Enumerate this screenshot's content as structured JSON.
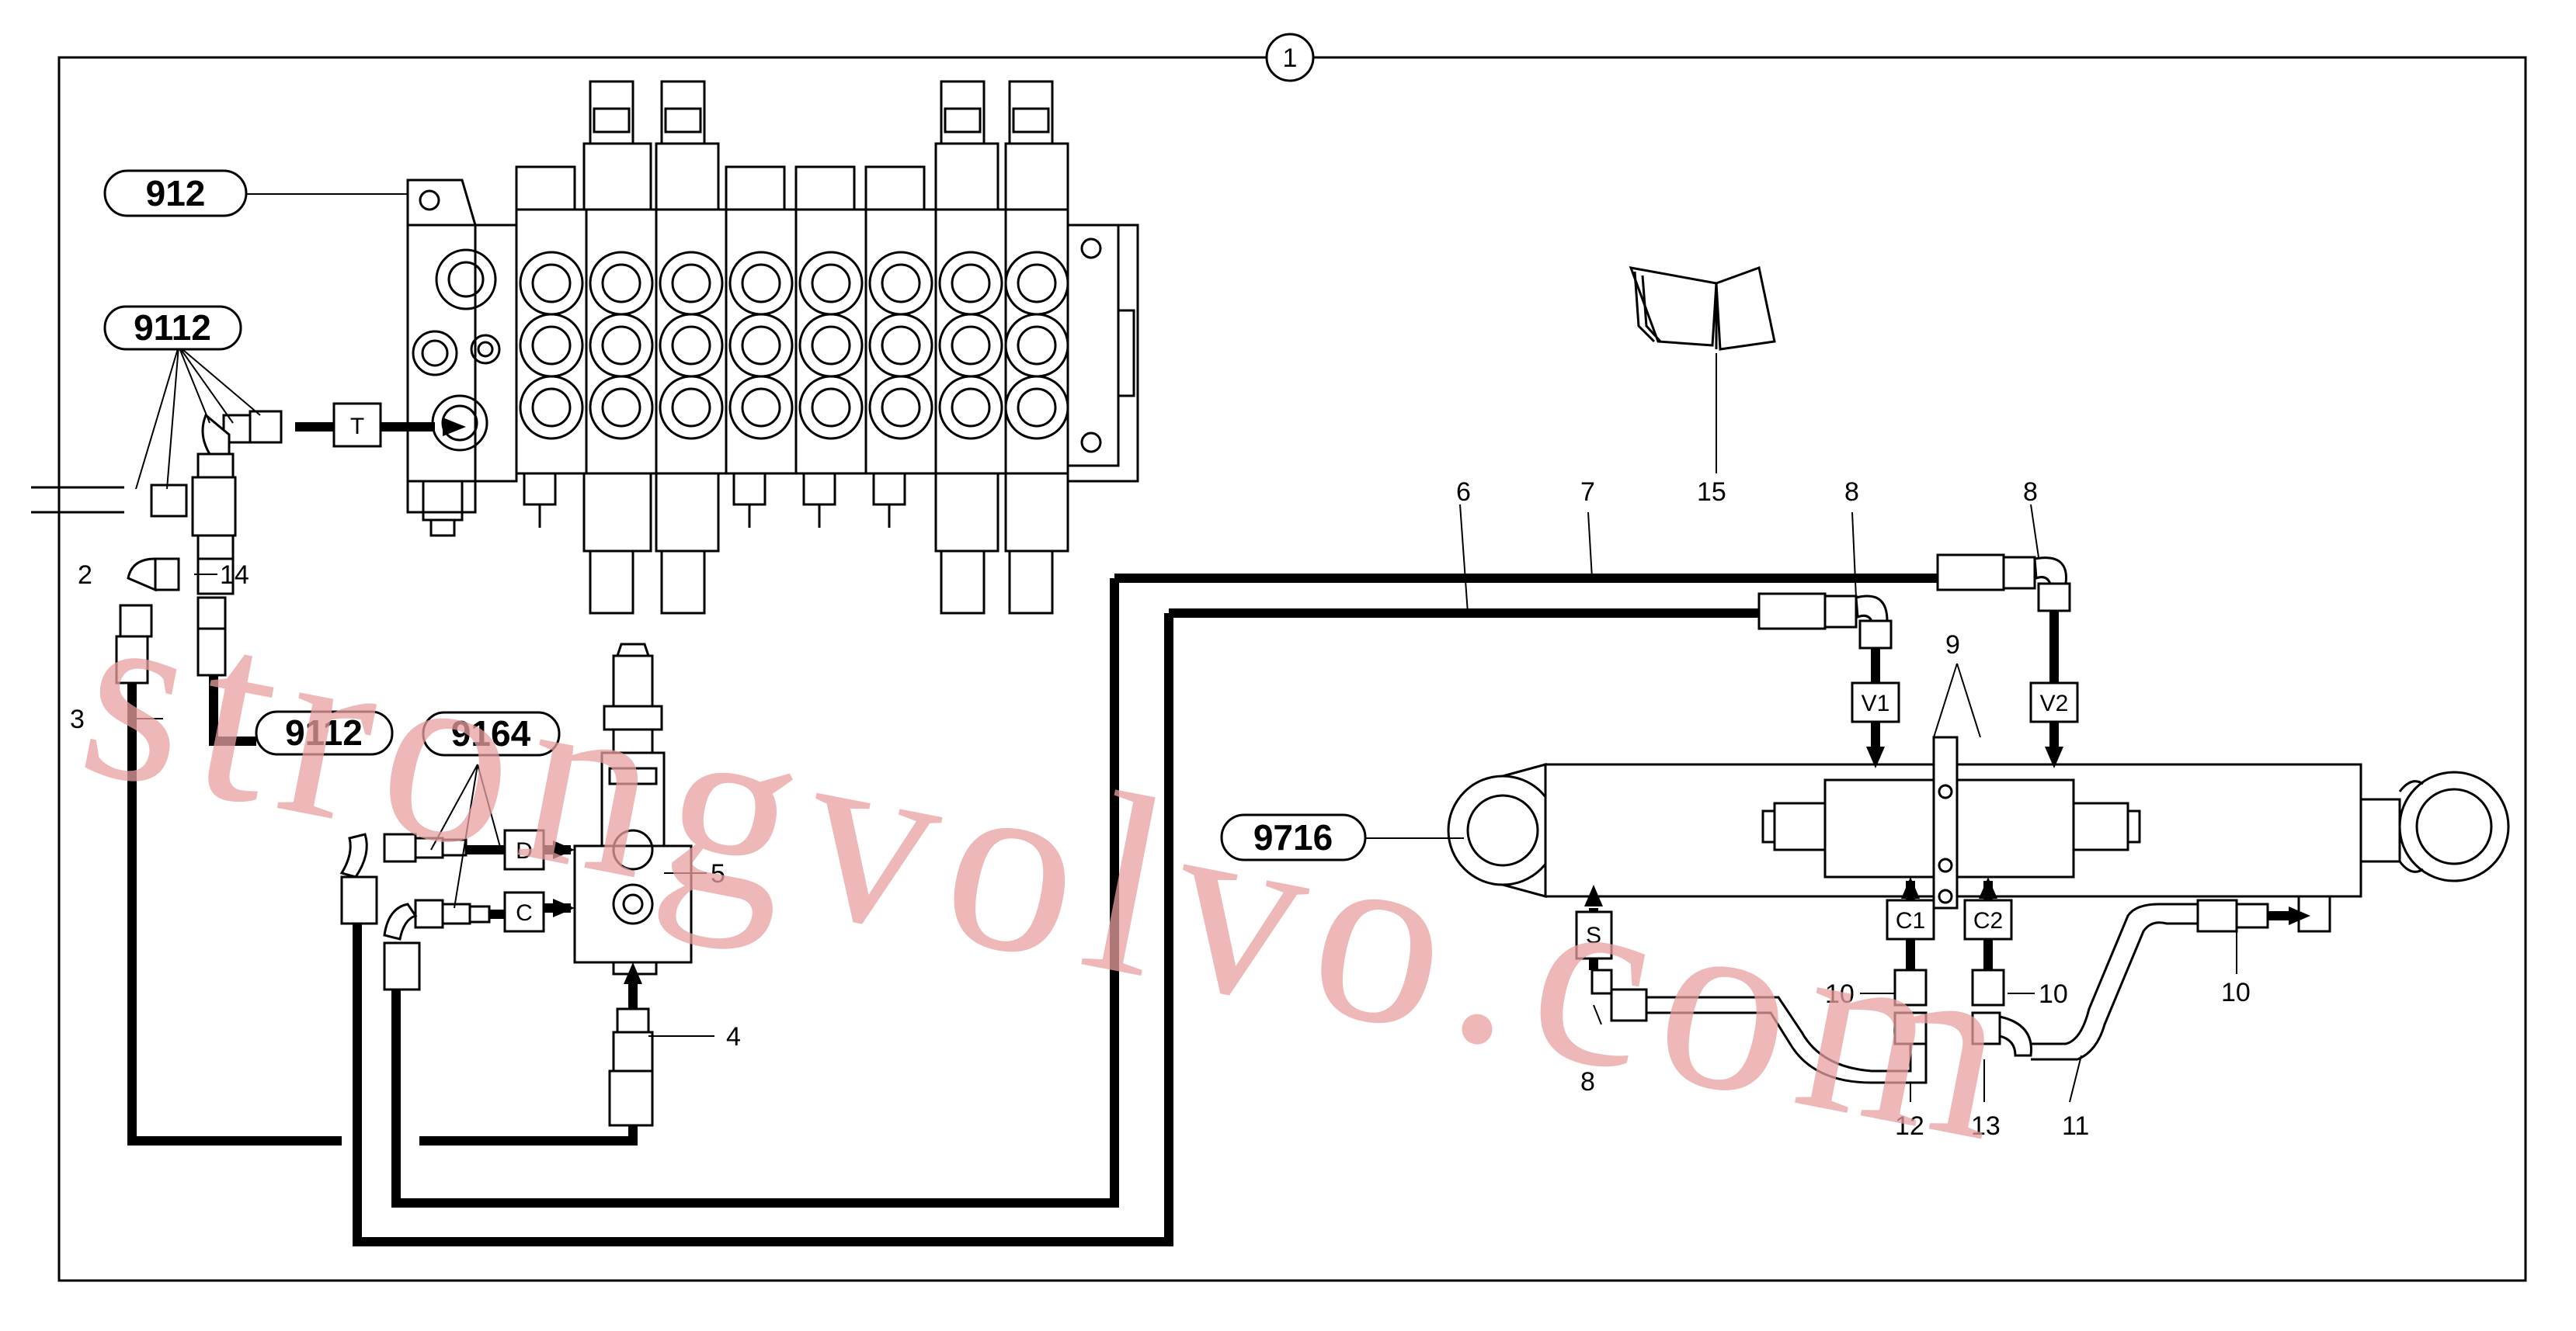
{
  "diagram": {
    "sheet_number": "1",
    "references": {
      "r912": "912",
      "r9112_top": "9112",
      "r9112_mid": "9112",
      "r9164": "9164",
      "r9716": "9716"
    },
    "ports": {
      "t": "T",
      "d": "D",
      "c": "C",
      "v1": "V1",
      "v2": "V2",
      "s": "S",
      "c1": "C1",
      "c2": "C2"
    },
    "callouts": {
      "n2": "2",
      "n3": "3",
      "n4": "4",
      "n5": "5",
      "n6": "6",
      "n7": "7",
      "n8_left": "8",
      "n8_right": "8",
      "n8_low": "8",
      "n9": "9",
      "n10_a": "10",
      "n10_b": "10",
      "n10_c": "10",
      "n11": "11",
      "n12": "12",
      "n13": "13",
      "n14": "14",
      "n15": "15"
    },
    "watermark": "strongvolvo.com",
    "colors": {
      "line": "#000000",
      "watermark": "#e8a0a0",
      "background": "#ffffff"
    }
  }
}
